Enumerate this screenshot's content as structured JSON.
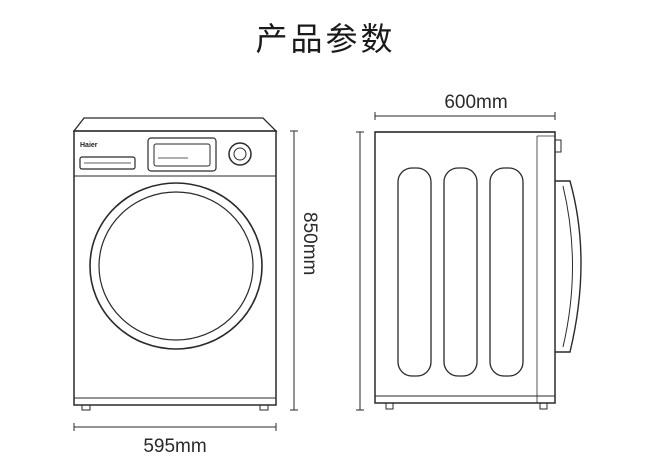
{
  "title": "产品参数",
  "dimensions": {
    "width": "595mm",
    "depth": "600mm",
    "height": "850mm"
  },
  "front_view": {
    "brand_logo": "Haier"
  }
}
